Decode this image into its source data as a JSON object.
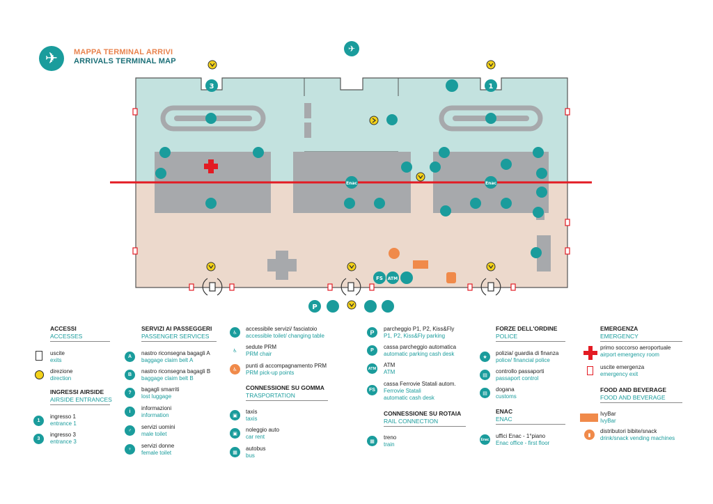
{
  "title": {
    "it": "MAPPA TERMINAL ARRIVI",
    "en": "ARRIVALS TERMINAL MAP"
  },
  "map_labels": {
    "entrance_3": "3",
    "entrance_1": "1",
    "enac": "Enac",
    "fs": "FS",
    "atm": "ATM",
    "parking": "P"
  },
  "legend": {
    "accessi": {
      "heading_it": "ACCESSI",
      "heading_en": "ACCESSES",
      "items": [
        {
          "it": "uscite",
          "en": "exits"
        },
        {
          "it": "direzione",
          "en": "direction"
        }
      ]
    },
    "airside": {
      "heading_it": "INGRESSI AIRSIDE",
      "heading_en": "AIRSIDE ENTRANCES",
      "items": [
        {
          "num": "1",
          "it": "ingresso 1",
          "en": "entrance 1"
        },
        {
          "num": "3",
          "it": "ingresso 3",
          "en": "entrance 3"
        }
      ]
    },
    "servizi": {
      "heading_it": "SERVIZI AI PASSEGGERI",
      "heading_en": "PASSENGER SERVICES",
      "items": [
        {
          "it": "nastro riconsegna bagagli A",
          "en": "baggage claim belt A"
        },
        {
          "it": "nastro riconsegna bagagli B",
          "en": "baggage claim belt B"
        },
        {
          "it": "bagagli smarriti",
          "en": "lost luggage"
        },
        {
          "it": "informazioni",
          "en": "information"
        },
        {
          "it": "servizi uomini",
          "en": "male toilet"
        },
        {
          "it": "servizi donne",
          "en": "female toilet"
        }
      ]
    },
    "access": {
      "items": [
        {
          "it": "accessibile servizi/ fasciatoio",
          "en": "accessible toilet/ changing table"
        },
        {
          "it": "sedute PRM",
          "en": "PRM chair"
        },
        {
          "it": "punti di accompagnamento PRM",
          "en": "PRM pick-up points"
        }
      ]
    },
    "gomma": {
      "heading_it": "CONNESSIONE SU GOMMA",
      "heading_en": "TRASPORTATION",
      "items": [
        {
          "it": "taxis",
          "en": "taxis"
        },
        {
          "it": "noleggio auto",
          "en": "car rent"
        },
        {
          "it": "autobus",
          "en": "bus"
        }
      ]
    },
    "parking": {
      "items": [
        {
          "it": "parcheggio P1, P2, Kiss&Fly",
          "en": "P1, P2, Kiss&Fly parking"
        },
        {
          "it": "cassa parcheggio automatica",
          "en": "automatic parking cash desk"
        },
        {
          "it": "ATM",
          "en": "ATM"
        },
        {
          "it": "cassa Ferrovie Statali autom.",
          "en": "Ferrovie Statali",
          "en2": "automatic cash desk"
        }
      ]
    },
    "rotaia": {
      "heading_it": "CONNESSIONE SU ROTAIA",
      "heading_en": "RAIL CONNECTION",
      "items": [
        {
          "it": "treno",
          "en": "train"
        }
      ]
    },
    "forze": {
      "heading_it": "FORZE DELL'ORDINE",
      "heading_en": "POLICE",
      "items": [
        {
          "it": "polizia/ guardia di finanza",
          "en": "police/ financial police"
        },
        {
          "it": "controllo passaporti",
          "en": "passaport control"
        },
        {
          "it": "dogana",
          "en": "customs"
        }
      ]
    },
    "enac": {
      "heading_it": "ENAC",
      "heading_en": "ENAC",
      "items": [
        {
          "it": "uffici Enac - 1°piano",
          "en": "Enac office - first floor"
        }
      ]
    },
    "emergenza": {
      "heading_it": "EMERGENZA",
      "heading_en": "EMERGENCY",
      "items": [
        {
          "it": "primo soccorso aeroportuale",
          "en": "airport emergency room"
        },
        {
          "it": "uscite emergenza",
          "en": "emergency exit"
        }
      ]
    },
    "food": {
      "heading_it": "FOOD AND BEVERAGE",
      "heading_en": "FOOD AND BEVERAGE",
      "items": [
        {
          "it": "IvyBar",
          "en": "IvyBar"
        },
        {
          "it": "distributori bibite/snack",
          "en": "drink/snack vending machines"
        }
      ]
    }
  },
  "colors": {
    "airside": "#c3e2df",
    "landside": "#ecd9cc",
    "building": "#a7a9ac",
    "teal": "#1a9c9c",
    "red": "#e31b23",
    "orange": "#f08a4a",
    "yellow": "#f3d21a"
  }
}
